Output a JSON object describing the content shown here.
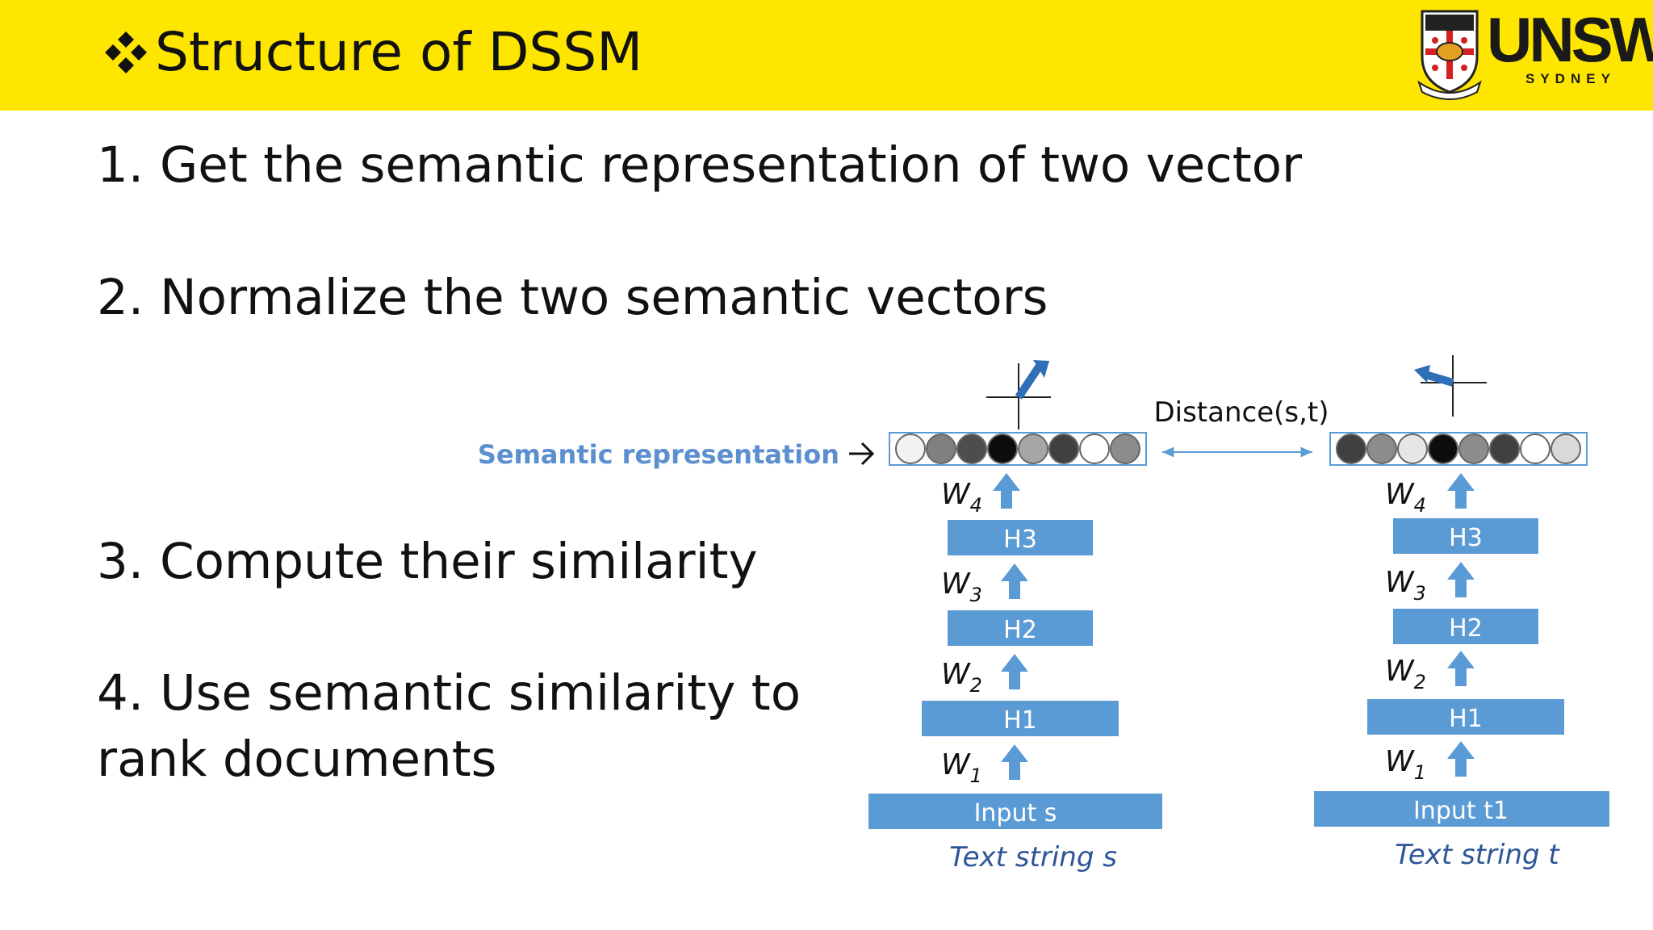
{
  "title": "Structure of DSSM",
  "logo": {
    "word": "UNSW",
    "sub": "SYDNEY"
  },
  "steps": [
    {
      "number": "1.",
      "text": "Get the semantic representation of two vector"
    },
    {
      "number": "2.",
      "text": "Normalize the two semantic vectors"
    },
    {
      "number": "3.",
      "text": "Compute their similarity"
    },
    {
      "number": "4.",
      "text": "Use semantic similarity to",
      "continuation": "rank documents"
    }
  ],
  "diagram": {
    "semantic_label": "Semantic representation",
    "distance_label": "Distance(s,t)",
    "left_tower": {
      "layers": [
        "H3",
        "H2",
        "H1"
      ],
      "input": "Input s",
      "caption": "Text string s",
      "weights": [
        {
          "w": "W",
          "sub": "4"
        },
        {
          "w": "W",
          "sub": "3"
        },
        {
          "w": "W",
          "sub": "2"
        },
        {
          "w": "W",
          "sub": "1"
        }
      ],
      "vector_shades": [
        "#f2f2f2",
        "#808080",
        "#4d4d4d",
        "#0d0d0d",
        "#a6a6a6",
        "#404040",
        "#ffffff",
        "#8c8c8c"
      ]
    },
    "right_tower": {
      "layers": [
        "H3",
        "H2",
        "H1"
      ],
      "input": "Input t1",
      "caption": "Text string t",
      "weights": [
        {
          "w": "W",
          "sub": "4"
        },
        {
          "w": "W",
          "sub": "3"
        },
        {
          "w": "W",
          "sub": "2"
        },
        {
          "w": "W",
          "sub": "1"
        }
      ],
      "vector_shades": [
        "#404040",
        "#8c8c8c",
        "#e6e6e6",
        "#0d0d0d",
        "#8c8c8c",
        "#404040",
        "#ffffff",
        "#d9d9d9"
      ]
    },
    "colors": {
      "box": "#5b9bd5",
      "box_text": "#ffffff",
      "label": "#5b8fd0",
      "caption": "#2e5597",
      "arrow": "#5b9bd5"
    }
  },
  "header_color": "#ffe600"
}
